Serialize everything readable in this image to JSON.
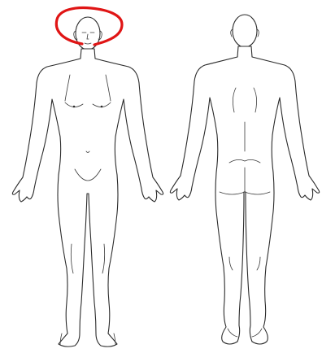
{
  "figures": {
    "front": {
      "view": "front"
    },
    "back": {
      "view": "back"
    }
  },
  "annotation": {
    "shape": "hand-drawn circle",
    "location": "head",
    "color": "#e01515"
  }
}
